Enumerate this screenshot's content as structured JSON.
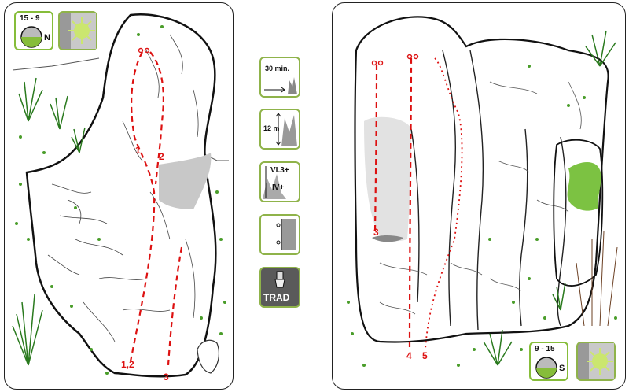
{
  "left_topo": {
    "period": "15 - 9",
    "orientation": "N",
    "route_labels": [
      "1",
      "2",
      "1,2",
      "3"
    ]
  },
  "right_topo": {
    "period": "9 - 15",
    "orientation": "S",
    "route_labels": [
      "3",
      "4",
      "5"
    ]
  },
  "info_column": {
    "approach": "30 min.",
    "height": "12 m",
    "grade_hard": "VI.3+",
    "grade_easy": "IV+",
    "style": "TRAD"
  },
  "colors": {
    "route": "#dd1111",
    "badge_green": "#86bd3a",
    "moss": "#7cc242",
    "sun": "#c8e86a"
  }
}
